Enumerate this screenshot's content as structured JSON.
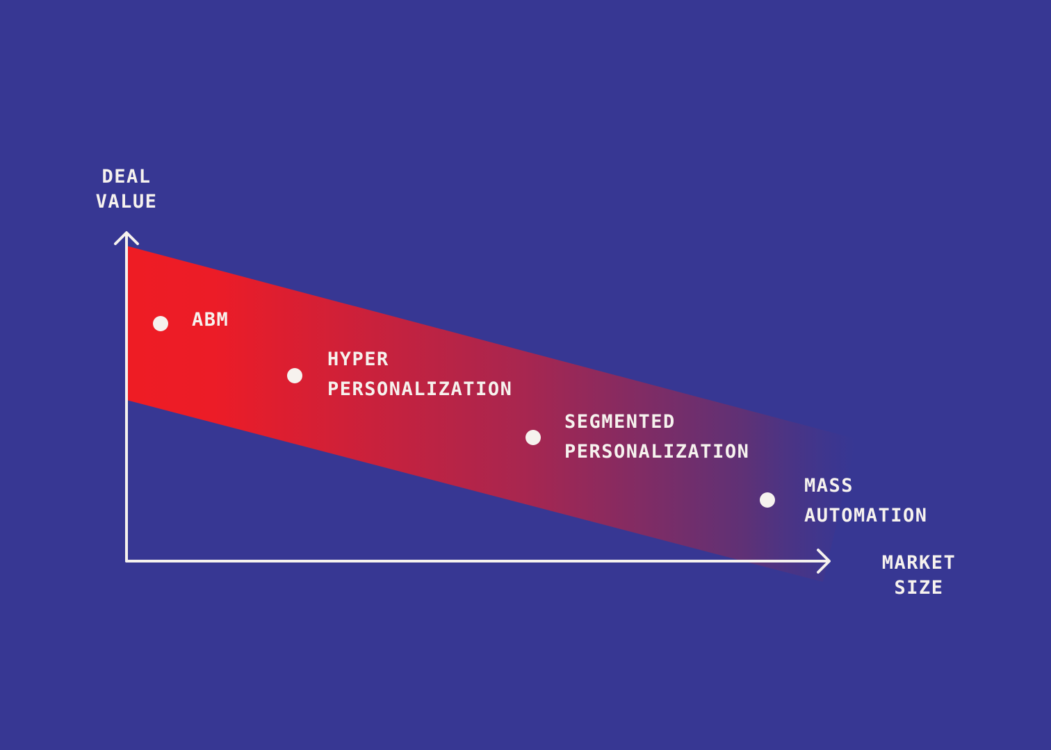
{
  "colors": {
    "background": "#373793",
    "band_start": "#ee1c24",
    "band_end": "#373793",
    "foreground": "#f6f2ee"
  },
  "axes": {
    "y_label_line1": "DEAL",
    "y_label_line2": "VALUE",
    "x_label_line1": "MARKET",
    "x_label_line2": "SIZE"
  },
  "points": [
    {
      "line1": "ABM",
      "line2": ""
    },
    {
      "line1": "HYPER",
      "line2": "PERSONALIZATION"
    },
    {
      "line1": "SEGMENTED",
      "line2": "PERSONALIZATION"
    },
    {
      "line1": "MASS",
      "line2": "AUTOMATION"
    }
  ]
}
